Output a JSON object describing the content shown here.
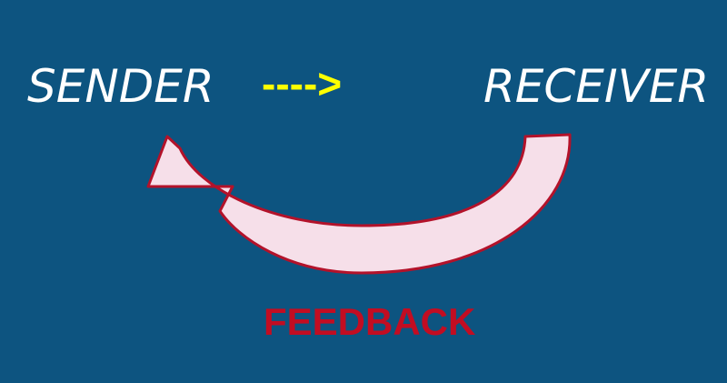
{
  "nodes": {
    "sender": "SENDER",
    "receiver": "RECEIVER"
  },
  "arrow": {
    "text": "---->"
  },
  "feedback": {
    "label": "FEEDBACK"
  },
  "colors": {
    "background": "#0d5480",
    "node_text": "#ffffff",
    "arrow_text": "#ffff00",
    "feedback_label": "#c20d22",
    "feedback_arrow_fill": "#f6dfe9",
    "feedback_arrow_stroke": "#b3122a"
  }
}
